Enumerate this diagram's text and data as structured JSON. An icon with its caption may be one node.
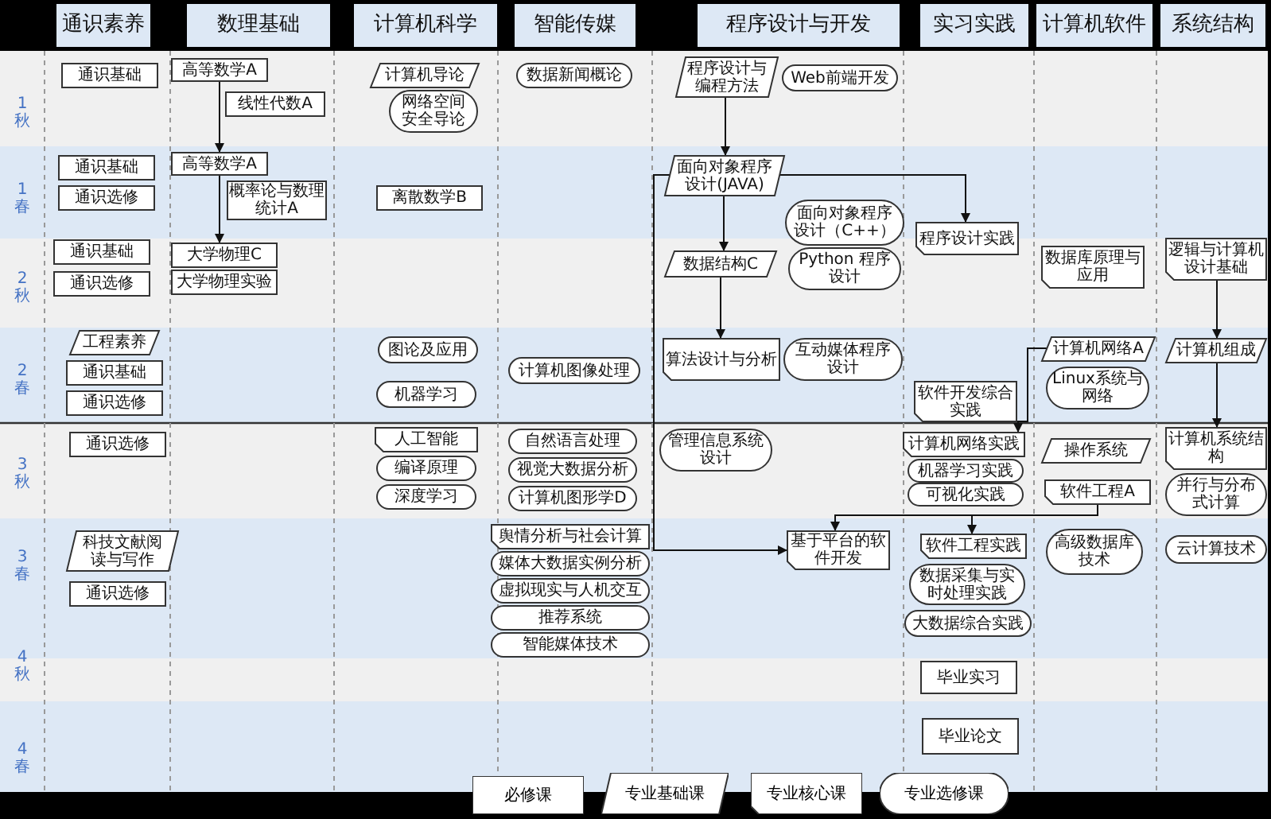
{
  "diagram": {
    "nodes": [
      {
        "text": [
          "通识素养"
        ]
      },
      {
        "text": [
          "数理基础"
        ]
      },
      {
        "text": [
          "计算机科学"
        ]
      },
      {
        "text": [
          "智能传媒"
        ]
      },
      {
        "text": [
          "程序设计与开发"
        ]
      },
      {
        "text": [
          "实习实践"
        ]
      },
      {
        "text": [
          "计算机软件"
        ]
      },
      {
        "text": [
          "系统结构"
        ]
      },
      {
        "text": [
          "通识基础"
        ]
      },
      {
        "text": [
          "高等数学A"
        ]
      },
      {
        "text": [
          "线性代数A"
        ]
      },
      {
        "text": [
          "计算机导论"
        ]
      },
      {
        "text": [
          "网络空间安全导论"
        ]
      },
      {
        "text": [
          "数据新闻概论"
        ]
      },
      {
        "text": [
          "程序设计与编程方法"
        ]
      },
      {
        "text": [
          "Web前端开发"
        ]
      },
      {
        "text": [
          "通识基础"
        ]
      },
      {
        "text": [
          "通识选修"
        ]
      },
      {
        "text": [
          "高等数学A"
        ]
      },
      {
        "text": [
          "概率论与数理统计A"
        ]
      },
      {
        "text": [
          "离散数学B"
        ]
      },
      {
        "text": [
          "面向对象程序设计(JAVA)"
        ]
      },
      {
        "text": [
          "面向对象程序设计（C++）"
        ]
      },
      {
        "text": [
          "程序设计实践"
        ]
      },
      {
        "text": [
          "通识基础"
        ]
      },
      {
        "text": [
          "通识选修"
        ]
      },
      {
        "text": [
          "大学物理C"
        ]
      },
      {
        "text": [
          "大学物理实验"
        ]
      },
      {
        "text": [
          "数据结构C"
        ]
      },
      {
        "text": [
          "Python 程序设计"
        ]
      },
      {
        "text": [
          "数据库原理与应用"
        ]
      },
      {
        "text": [
          "逻辑与计算机设计基础"
        ]
      },
      {
        "text": [
          "工程素养"
        ]
      },
      {
        "text": [
          "通识基础"
        ]
      },
      {
        "text": [
          "通识选修"
        ]
      },
      {
        "text": [
          "图论及应用"
        ]
      },
      {
        "text": [
          "机器学习"
        ]
      },
      {
        "text": [
          "计算机图像处理"
        ]
      },
      {
        "text": [
          "算法设计与分析"
        ]
      },
      {
        "text": [
          "互动媒体程序设计"
        ]
      },
      {
        "text": [
          "计算机网络A"
        ]
      },
      {
        "text": [
          "Linux系统与网络"
        ]
      },
      {
        "text": [
          "计算机组成"
        ]
      },
      {
        "text": [
          "软件开发综合实践"
        ]
      },
      {
        "text": [
          "通识选修"
        ]
      },
      {
        "text": [
          "人工智能"
        ]
      },
      {
        "text": [
          "编译原理"
        ]
      },
      {
        "text": [
          "深度学习"
        ]
      },
      {
        "text": [
          "自然语言处理"
        ]
      },
      {
        "text": [
          "视觉大数据分析"
        ]
      },
      {
        "text": [
          "计算机图形学D"
        ]
      },
      {
        "text": [
          "管理信息系统设计"
        ]
      },
      {
        "text": [
          "计算机网络实践"
        ]
      },
      {
        "text": [
          "机器学习实践"
        ]
      },
      {
        "text": [
          "可视化实践"
        ]
      },
      {
        "text": [
          "操作系统"
        ]
      },
      {
        "text": [
          "软件工程A"
        ]
      },
      {
        "text": [
          "计算机系统结构"
        ]
      },
      {
        "text": [
          "并行与分布式计算"
        ]
      },
      {
        "text": [
          "科技文献阅读与写作"
        ]
      },
      {
        "text": [
          "通识选修"
        ]
      },
      {
        "text": [
          "舆情分析与社会计算"
        ]
      },
      {
        "text": [
          "媒体大数据实例分析"
        ]
      },
      {
        "text": [
          "虚拟现实与人机交互"
        ]
      },
      {
        "text": [
          "推荐系统"
        ]
      },
      {
        "text": [
          "智能媒体技术"
        ]
      },
      {
        "text": [
          "基于平台的软件开发"
        ]
      },
      {
        "text": [
          "软件工程实践"
        ]
      },
      {
        "text": [
          "数据采集与实时处理实践"
        ]
      },
      {
        "text": [
          "大数据综合实践"
        ]
      },
      {
        "text": [
          "高级数据库技术"
        ]
      },
      {
        "text": [
          "云计算技术"
        ]
      },
      {
        "text": [
          "毕业实习"
        ]
      },
      {
        "text": [
          "毕业论文"
        ]
      }
    ],
    "edges": [
      {
        "from": 9,
        "to": 18,
        "arrow": "to"
      },
      {
        "from": 18,
        "to": 26,
        "arrow": "to"
      },
      {
        "from": 14,
        "to": 21,
        "arrow": "to"
      },
      {
        "from": 21,
        "to": 28,
        "arrow": "to"
      },
      {
        "from": 28,
        "to": 38,
        "arrow": "to"
      },
      {
        "from": 21,
        "to": 23,
        "arrow": "to"
      },
      {
        "from": 21,
        "to": 66,
        "arrow": "to"
      },
      {
        "from": 31,
        "to": 42,
        "arrow": "to"
      },
      {
        "from": 42,
        "to": 57,
        "arrow": "to"
      },
      {
        "from": 40,
        "to": 52,
        "arrow": "to"
      },
      {
        "from": 56,
        "to": 67,
        "arrow": "to"
      },
      {
        "from": 56,
        "to": 66,
        "arrow": "to"
      }
    ],
    "labels": [
      "1秋",
      "1春",
      "2秋",
      "2春",
      "3秋",
      "3春",
      "4秋",
      "4春"
    ],
    "legend": [
      {
        "text": "必修课"
      },
      {
        "text": "专业基础课"
      },
      {
        "text": "专业核心课"
      },
      {
        "text": "专业选修课"
      }
    ]
  }
}
